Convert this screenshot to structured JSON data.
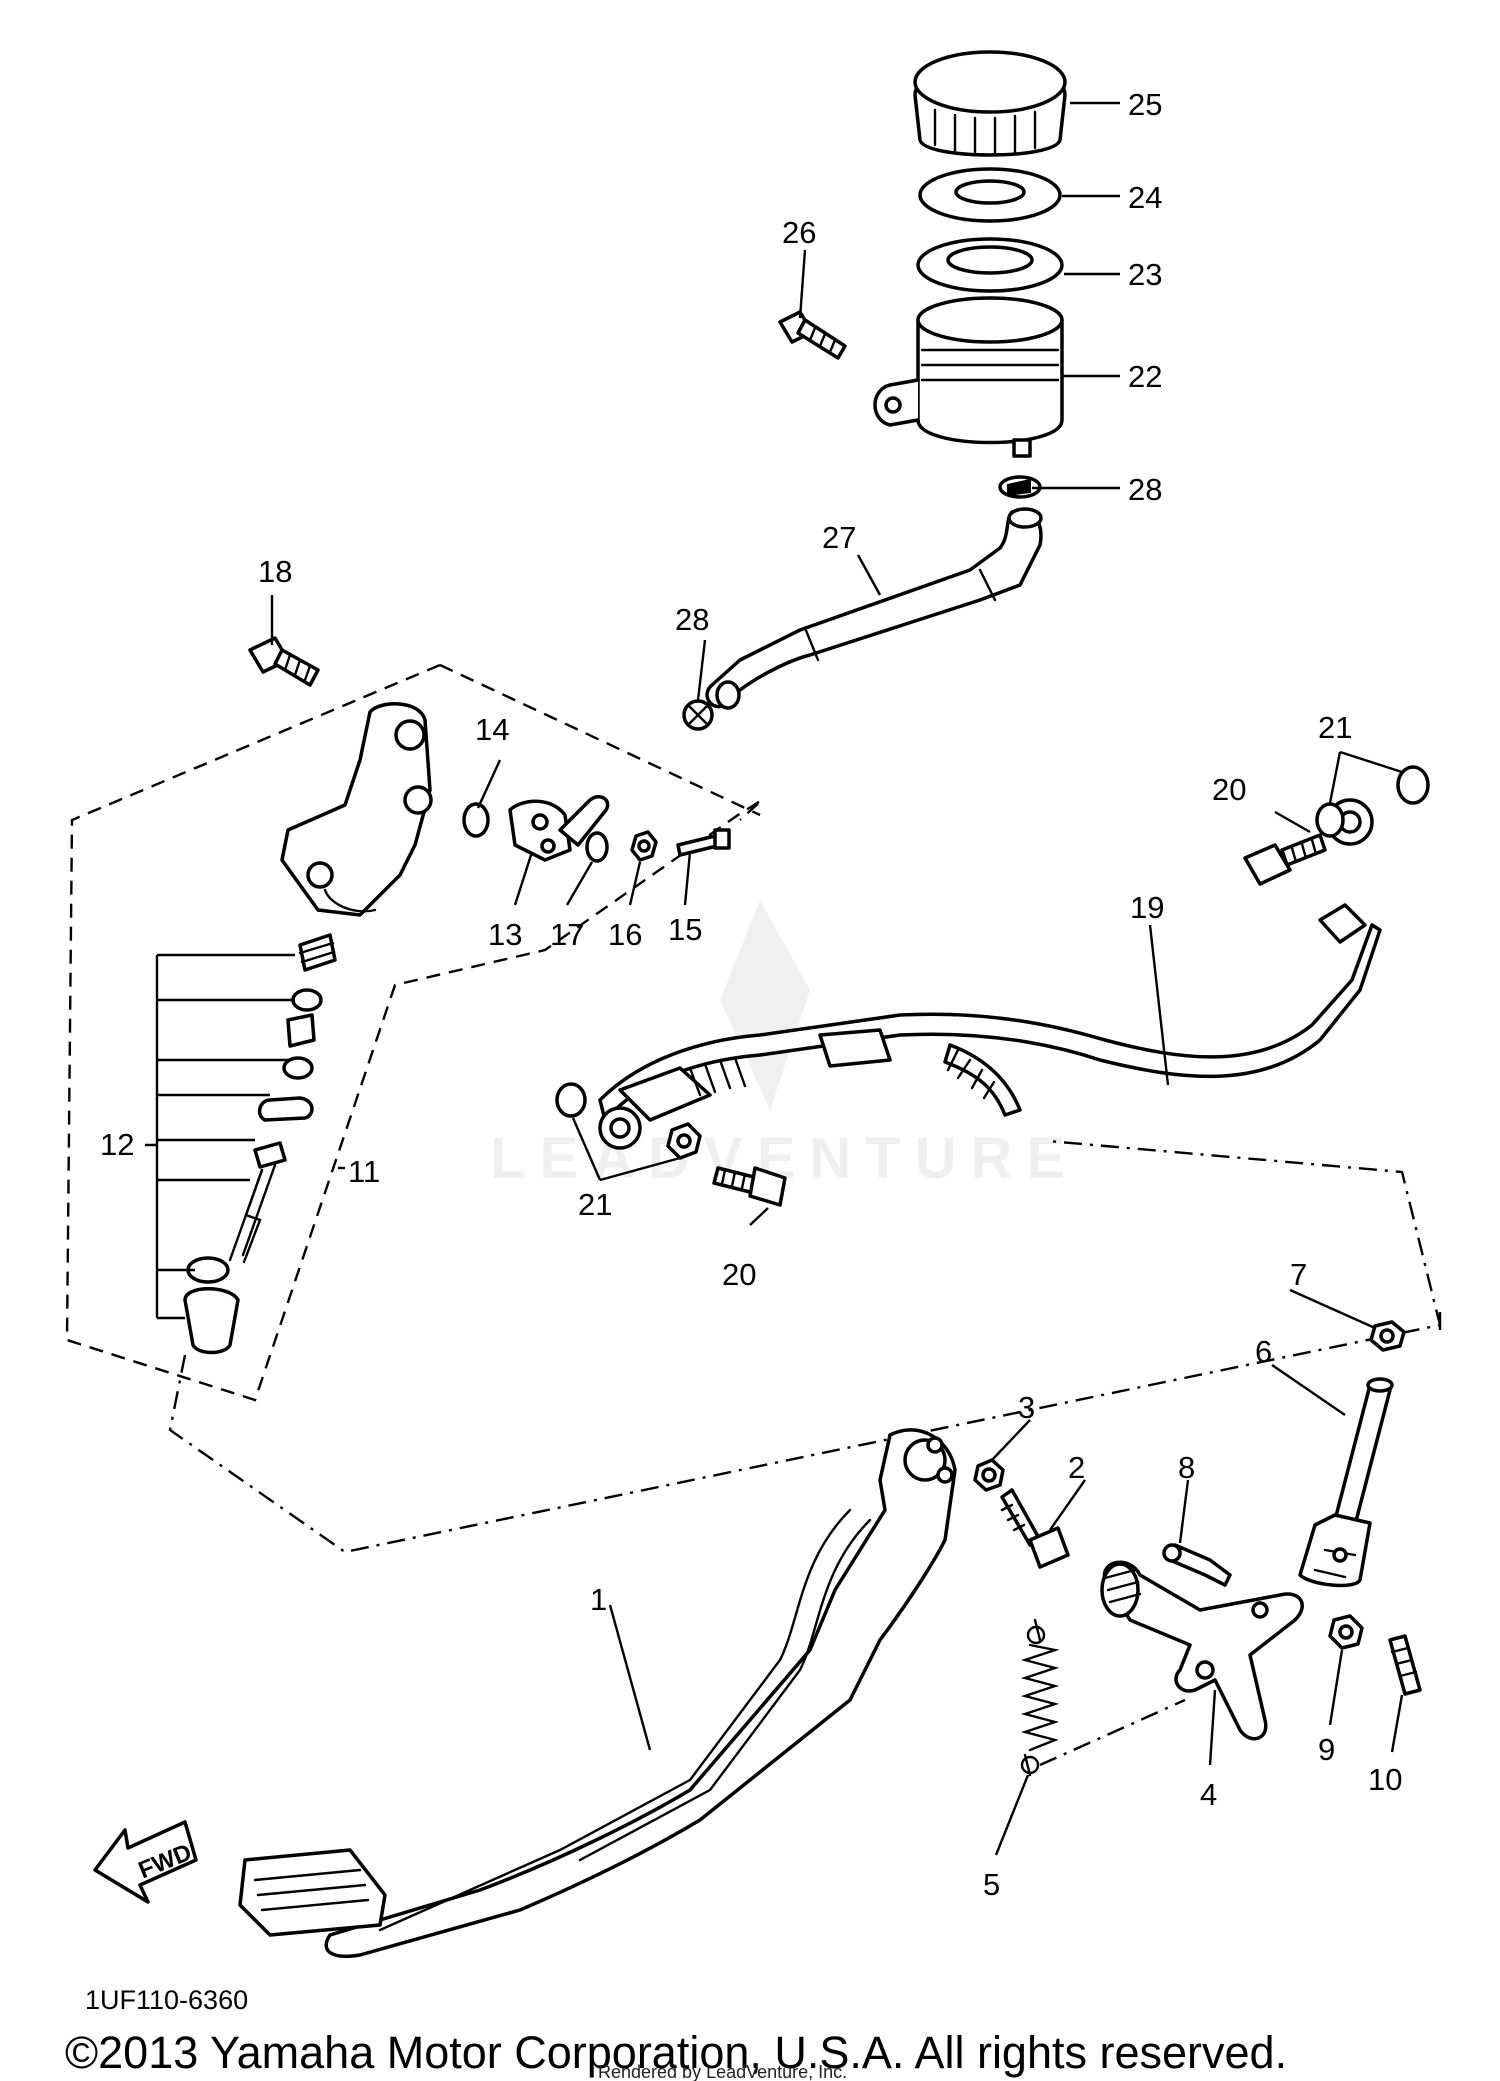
{
  "diagram": {
    "drawing_code": "1UF110-6360",
    "watermark": "LEADVENTURE",
    "copyright": "©2013 Yamaha Motor Corporation, U.S.A. All rights reserved.",
    "rendered_by": "Rendered by LeadVenture, Inc.",
    "direction_marker": "FWD",
    "callouts": {
      "c1": "1",
      "c2": "2",
      "c3": "3",
      "c4": "4",
      "c5": "5",
      "c6": "6",
      "c7": "7",
      "c8": "8",
      "c9": "9",
      "c10": "10",
      "c11": "11",
      "c12": "12",
      "c13": "13",
      "c14": "14",
      "c15": "15",
      "c16": "16",
      "c17": "17",
      "c18": "18",
      "c19": "19",
      "c20a": "20",
      "c20b": "20",
      "c21a": "21",
      "c21b": "21",
      "c22": "22",
      "c23": "23",
      "c24": "24",
      "c25": "25",
      "c26": "26",
      "c27": "27",
      "c28a": "28",
      "c28b": "28"
    }
  }
}
